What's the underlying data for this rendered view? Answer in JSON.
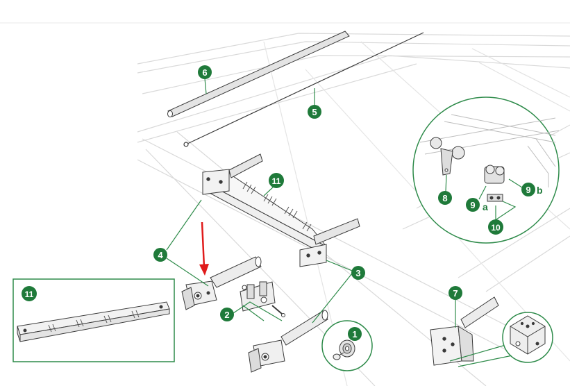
{
  "colors": {
    "accent_green": "#1f7a3a",
    "callout_line": "#2e8b4a",
    "pointer_arrow": "#e01b1b",
    "part_stroke": "#3a3a3a",
    "part_fill": "#e8e8e8",
    "background_structure": "#d6d6d6"
  },
  "callouts": {
    "c1": "1",
    "c2": "2",
    "c3": "3",
    "c4": "4",
    "c5": "5",
    "c6": "6",
    "c7": "7",
    "c8": "8",
    "c9": "9",
    "c9b": "9",
    "c10": "10",
    "c11_main": "11",
    "c11_inset": "11",
    "letter_a": "a",
    "letter_b": "b"
  },
  "insets": {
    "rail_detail": "circle-inset",
    "part_11_detail": "rectangle-inset",
    "bearing_detail": "circle-inset",
    "corner_bracket_detail": "circle-inset"
  },
  "icons": {
    "pointer": "red-down-arrow"
  }
}
